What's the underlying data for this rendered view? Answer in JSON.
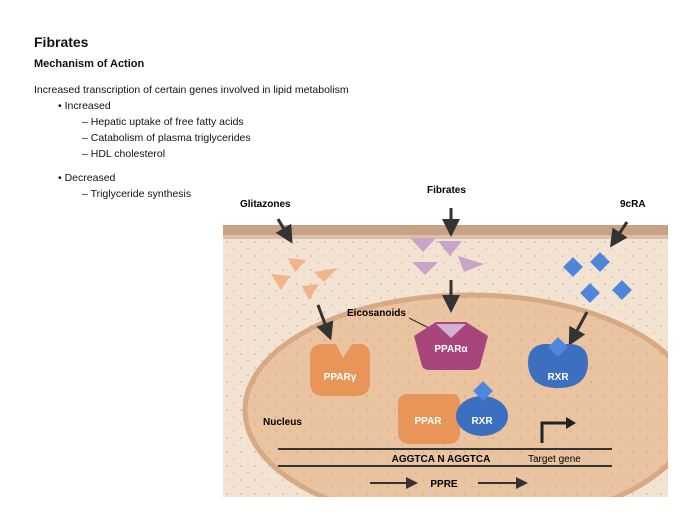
{
  "title": "Fibrates",
  "subtitle": "Mechanism of Action",
  "intro": "Increased transcription of certain genes involved in lipid metabolism",
  "bullets": {
    "increased": {
      "label": "• Increased",
      "items": [
        "– Hepatic uptake of free fatty acids",
        "– Catabolism of plasma triglycerides",
        "– HDL cholesterol"
      ]
    },
    "decreased": {
      "label": "• Decreased",
      "items": [
        "– Triglyceride synthesis"
      ]
    }
  },
  "diagram": {
    "ligands": {
      "glitazones": "Glitazones",
      "fibrates": "Fibrates",
      "ninecra": "9cRA"
    },
    "eicosanoids": "Eicosanoids",
    "receptors": {
      "ppar_gamma": "PPARγ",
      "ppar_alpha": "PPARα",
      "rxr_top": "RXR",
      "ppar": "PPAR",
      "rxr": "RXR"
    },
    "nucleus": "Nucleus",
    "dna_sequence": "AGGTCA N AGGTCA",
    "target_gene": "Target gene",
    "ppre": "PPRE"
  },
  "colors": {
    "membrane": "#c9a184",
    "cytoplasm": "#f3e3d3",
    "nucleus_fill": "#eac4a0",
    "ppar_orange": "#e8955a",
    "ppar_alpha_purple": "#a9457d",
    "rxr_blue": "#3d6fc0",
    "fibrate_ligand": "#c8a4c8",
    "glitazone_ligand": "#f2b48d",
    "cra_ligand": "#4f86dc"
  }
}
